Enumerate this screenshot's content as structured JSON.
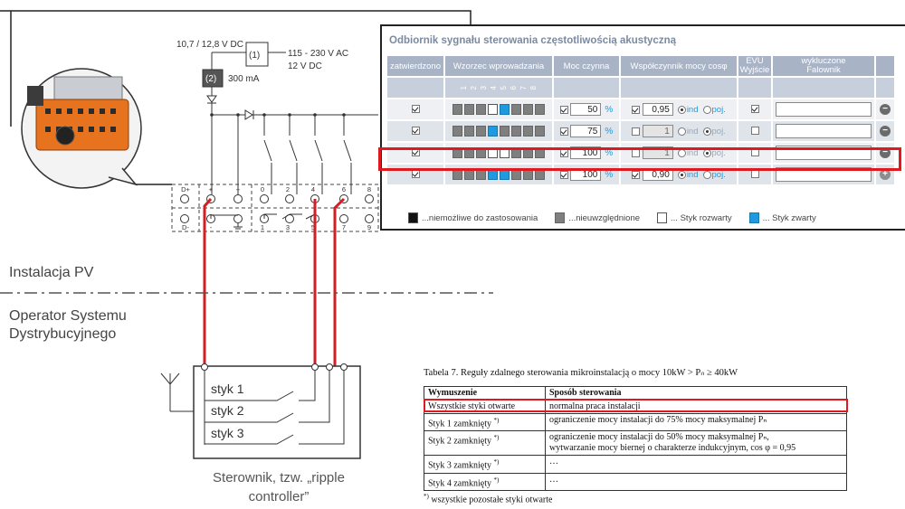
{
  "circuit": {
    "supply_voltage": "10,7 / 12,8 V DC",
    "ac_label": "115 - 230 V AC",
    "dc_label": "12 V DC",
    "current_label": "300 mA",
    "marker_1": "(1)",
    "marker_2": "(2)",
    "terminals_top": [
      "D+",
      "+",
      "+",
      "0",
      "2",
      "4",
      "6",
      "8"
    ],
    "terminals_bottom": [
      "D-",
      "-",
      "",
      "1",
      "3",
      "5",
      "7",
      "9"
    ]
  },
  "zones": {
    "upper": "Instalacja PV",
    "lower_line1": "Operator Systemu",
    "lower_line2": "Dystrybucyjnego"
  },
  "controller": {
    "contacts": [
      "styk 1",
      "styk 2",
      "styk 3"
    ],
    "caption_line1": "Sterownik, tzw. „ripple",
    "caption_line2": "controller”"
  },
  "panel": {
    "title": "Odbiornik sygnału sterowania częstotliwością akustyczną",
    "headers": {
      "approved": "zatwierdzono",
      "pattern": "Wzorzec wprowadzania",
      "power": "Moc czynna",
      "cos": "Współczynnik mocy cosφ",
      "evu_line1": "EVU",
      "evu_line2": "Wyjście",
      "excl_line1": "wykluczone",
      "excl_line2": "Falownik"
    },
    "pattern_numbers": [
      "1",
      "2",
      "3",
      "4",
      "5",
      "6",
      "7",
      "8"
    ],
    "percent_unit": "%",
    "ind_label": "ind",
    "poj_label": "poj.",
    "remove_symbol": "−",
    "add_symbol": "+",
    "rows": [
      {
        "approved": true,
        "pattern": [
          "g",
          "g",
          "g",
          "w",
          "b",
          "g",
          "g",
          "g"
        ],
        "power_checked": true,
        "power": "50",
        "cos_checked": true,
        "cos": "0,95",
        "cos_disabled": false,
        "mode": "ind",
        "evu": true,
        "action": "remove"
      },
      {
        "approved": true,
        "pattern": [
          "g",
          "g",
          "g",
          "b",
          "g",
          "g",
          "g",
          "g"
        ],
        "power_checked": true,
        "power": "75",
        "cos_checked": false,
        "cos": "1",
        "cos_disabled": true,
        "mode": "poj",
        "evu": false,
        "action": "remove"
      },
      {
        "approved": true,
        "pattern": [
          "g",
          "g",
          "g",
          "w",
          "w",
          "g",
          "g",
          "g"
        ],
        "power_checked": true,
        "power": "100",
        "cos_checked": false,
        "cos": "1",
        "cos_disabled": true,
        "mode": "poj",
        "evu": false,
        "action": "remove"
      },
      {
        "approved": true,
        "pattern": [
          "g",
          "g",
          "g",
          "b",
          "b",
          "g",
          "g",
          "g"
        ],
        "power_checked": true,
        "power": "100",
        "cos_checked": true,
        "cos": "0,90",
        "cos_disabled": false,
        "mode": "ind",
        "evu": false,
        "action": "add"
      }
    ],
    "legend": [
      {
        "color": "k",
        "label": "...niemożliwe do zastosowania"
      },
      {
        "color": "g",
        "label": "...nieuwzględnione"
      },
      {
        "color": "w",
        "label": "... Styk rozwarty"
      },
      {
        "color": "b",
        "label": "... Styk zwarty"
      }
    ]
  },
  "table7": {
    "caption": "Tabela 7. Reguły zdalnego sterowania mikroinstalacją o mocy 10kW > Pₙ ≥ 40kW",
    "col1": "Wymuszenie",
    "col2": "Sposób sterowania",
    "rows": [
      {
        "a": "Wszystkie styki otwarte",
        "a_sup": "",
        "b": "normalna praca instalacji"
      },
      {
        "a": "Styk 1 zamknięty",
        "a_sup": "*)",
        "b": "ograniczenie mocy instalacji do 75% mocy maksymalnej Pₙ"
      },
      {
        "a": "Styk 2 zamknięty",
        "a_sup": "*)",
        "b": "ograniczenie mocy instalacji do 50% mocy maksymalnej Pₙ,",
        "b2": "wytwarzanie mocy biernej o charakterze indukcyjnym, cos φ = 0,95"
      },
      {
        "a": "Styk 3 zamknięty",
        "a_sup": "*)",
        "b": "…"
      },
      {
        "a": "Styk 4 zamknięty",
        "a_sup": "*)",
        "b": "…"
      }
    ],
    "footnote_mark": "*)",
    "footnote": " wszystkie pozostałe styki otwarte"
  }
}
